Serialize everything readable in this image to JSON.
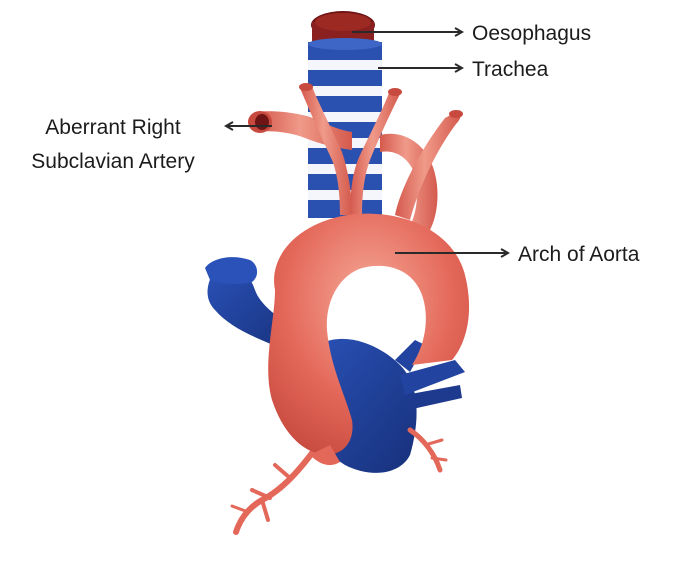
{
  "labels": {
    "oesophagus": "Oesophagus",
    "trachea": "Trachea",
    "aberrant_line1": "Aberrant Right",
    "aberrant_line2": "Subclavian Artery",
    "arch": "Arch of Aorta"
  },
  "colors": {
    "artery": "#e4685a",
    "artery_light": "#f3a192",
    "artery_dark": "#c84a3f",
    "vein": "#2244a0",
    "vein_dark": "#17307a",
    "trachea_stripe": "#f4f6fb",
    "oesophagus_dark": "#6e1414",
    "text": "#1c1c1c"
  }
}
